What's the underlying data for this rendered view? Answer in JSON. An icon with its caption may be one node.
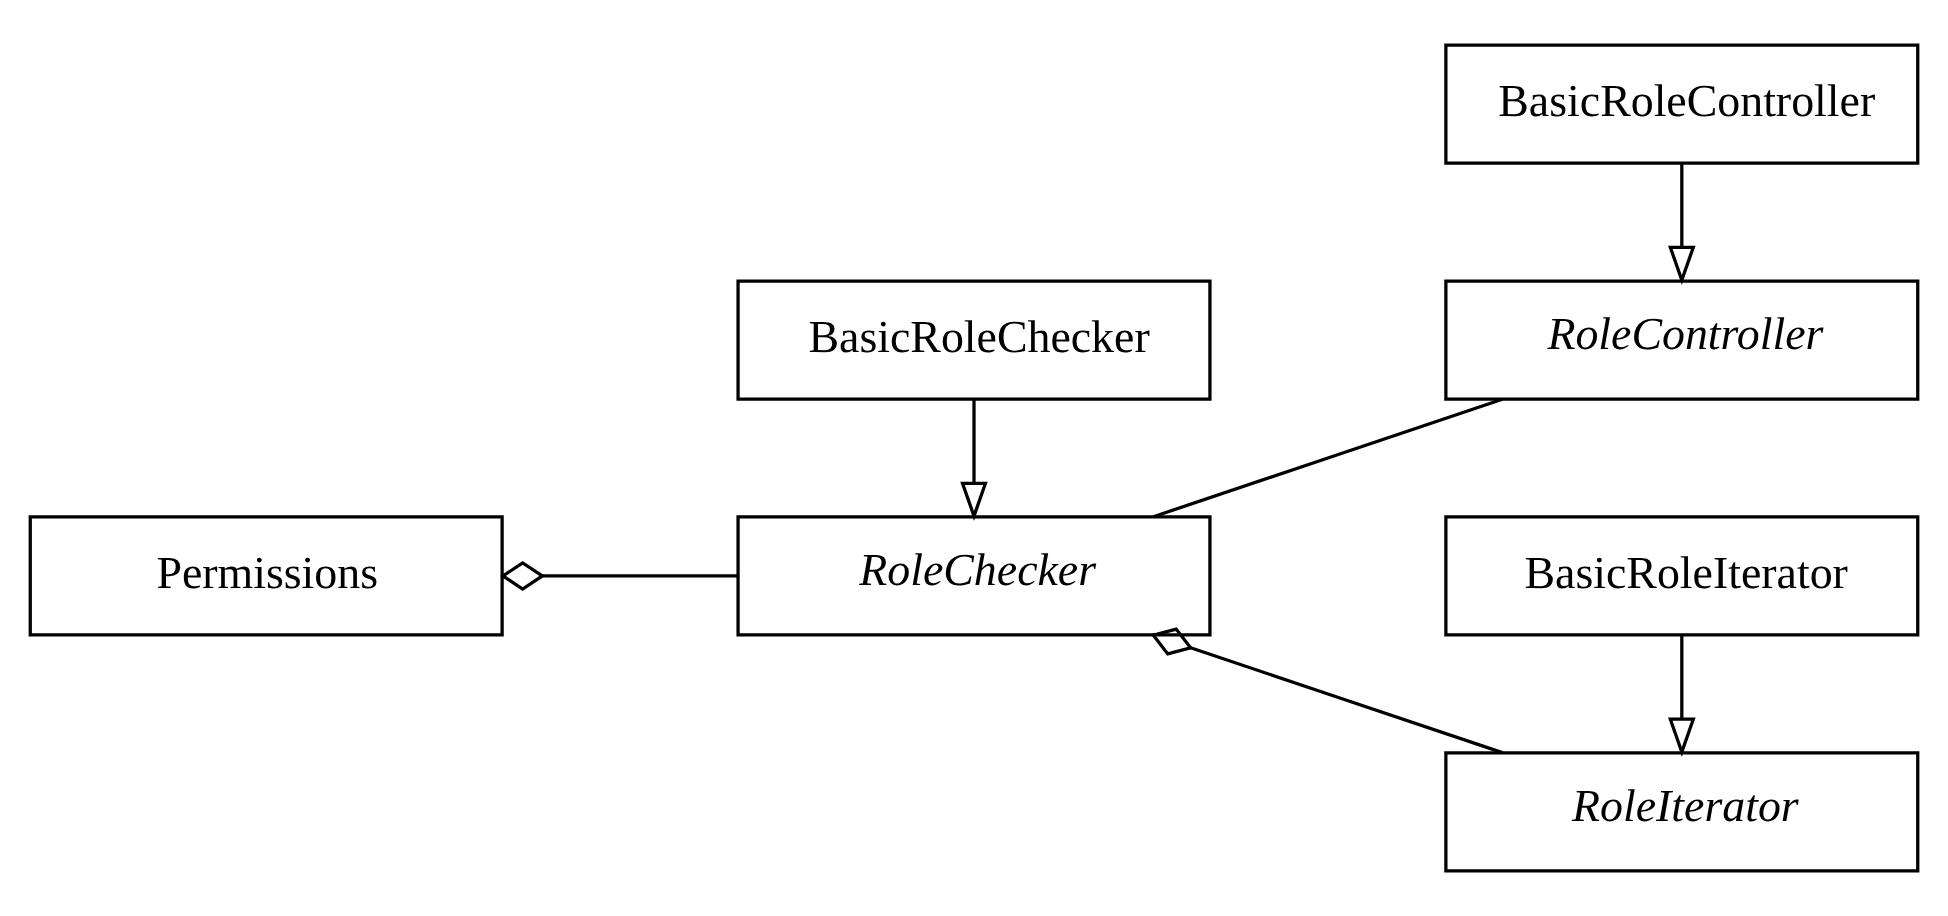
{
  "diagram": {
    "nodes": [
      {
        "text": [
          "Permissions"
        ]
      },
      {
        "text": [
          "RoleChecker"
        ]
      },
      {
        "text": [
          "BasicRoleChecker"
        ]
      },
      {
        "text": [
          "RoleController"
        ]
      },
      {
        "text": [
          "BasicRoleController"
        ]
      },
      {
        "text": [
          "RoleIterator"
        ]
      },
      {
        "text": [
          "BasicRoleIterator"
        ]
      }
    ],
    "edges": [
      {
        "from": 0,
        "to": 1,
        "arrow": "other"
      },
      {
        "from": 1,
        "to": 3,
        "arrow": "none"
      },
      {
        "from": 1,
        "to": 5,
        "arrow": "other"
      },
      {
        "from": 2,
        "to": 1,
        "arrow": "to"
      },
      {
        "from": 4,
        "to": 3,
        "arrow": "to"
      },
      {
        "from": 6,
        "to": 5,
        "arrow": "to"
      }
    ]
  }
}
